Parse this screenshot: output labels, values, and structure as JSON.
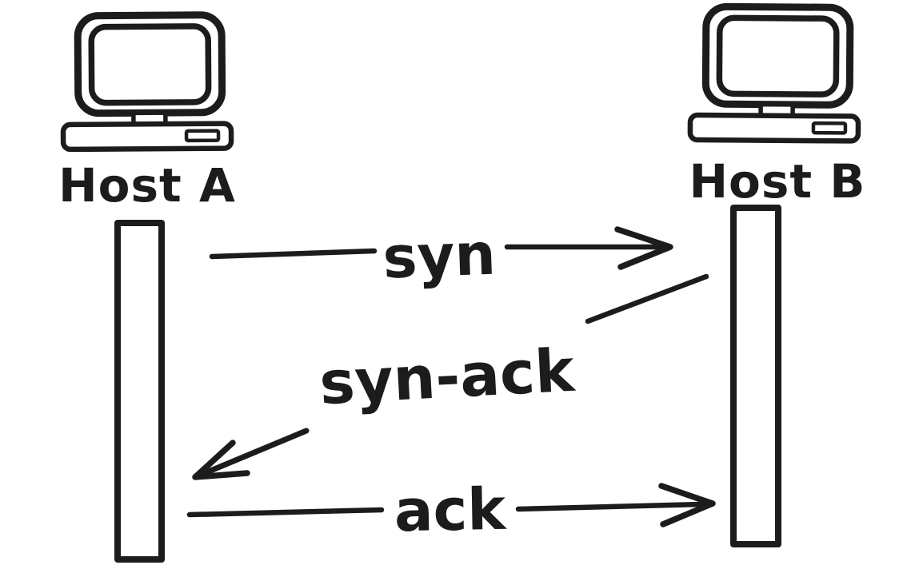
{
  "page": {
    "background_color": "#ffffff",
    "ink_color": "#1c1c1c",
    "style": "hand-drawn sequence diagram"
  },
  "hosts": [
    {
      "label": "Host A",
      "icon": "computer-icon"
    },
    {
      "label": "Host B",
      "icon": "computer-icon"
    }
  ],
  "messages": [
    {
      "order": 1,
      "label": "syn",
      "from": "Host A",
      "to": "Host B",
      "direction": "left-to-right"
    },
    {
      "order": 2,
      "label": "syn-ack",
      "from": "Host B",
      "to": "Host A",
      "direction": "right-to-left"
    },
    {
      "order": 3,
      "label": "ack",
      "from": "Host A",
      "to": "Host B",
      "direction": "left-to-right"
    }
  ]
}
